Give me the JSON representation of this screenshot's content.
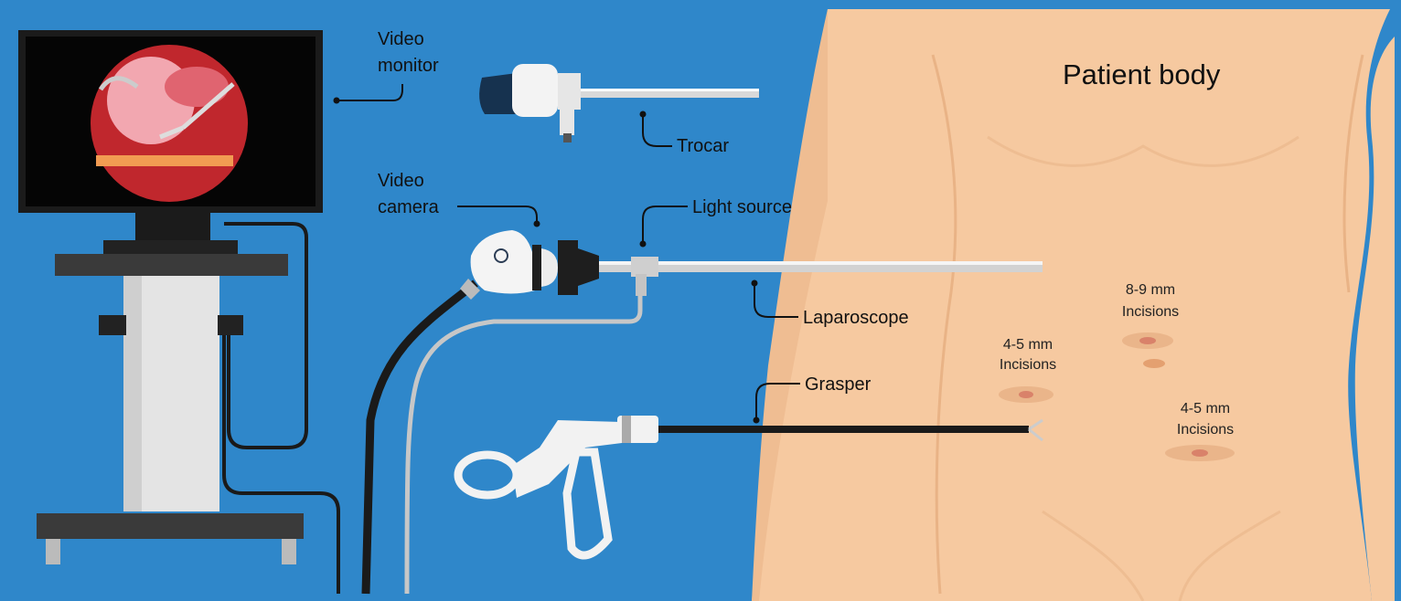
{
  "labels": {
    "video_monitor": [
      "Video",
      "monitor"
    ],
    "trocar": "Trocar",
    "video_camera": [
      "Video",
      "camera"
    ],
    "light_source": "Light source",
    "laparoscope": "Laparoscope",
    "grasper": "Grasper",
    "patient_body": "Patient body"
  },
  "incisions": [
    {
      "size": "8-9 mm",
      "label": "Incisions"
    },
    {
      "size": "4-5 mm",
      "label": "Incisions"
    },
    {
      "size": "4-5 mm",
      "label": "Incisions"
    }
  ],
  "colors": {
    "background": "#2f87ca",
    "skin": "#f6c9a0",
    "skin_shade": "#eab58a"
  }
}
